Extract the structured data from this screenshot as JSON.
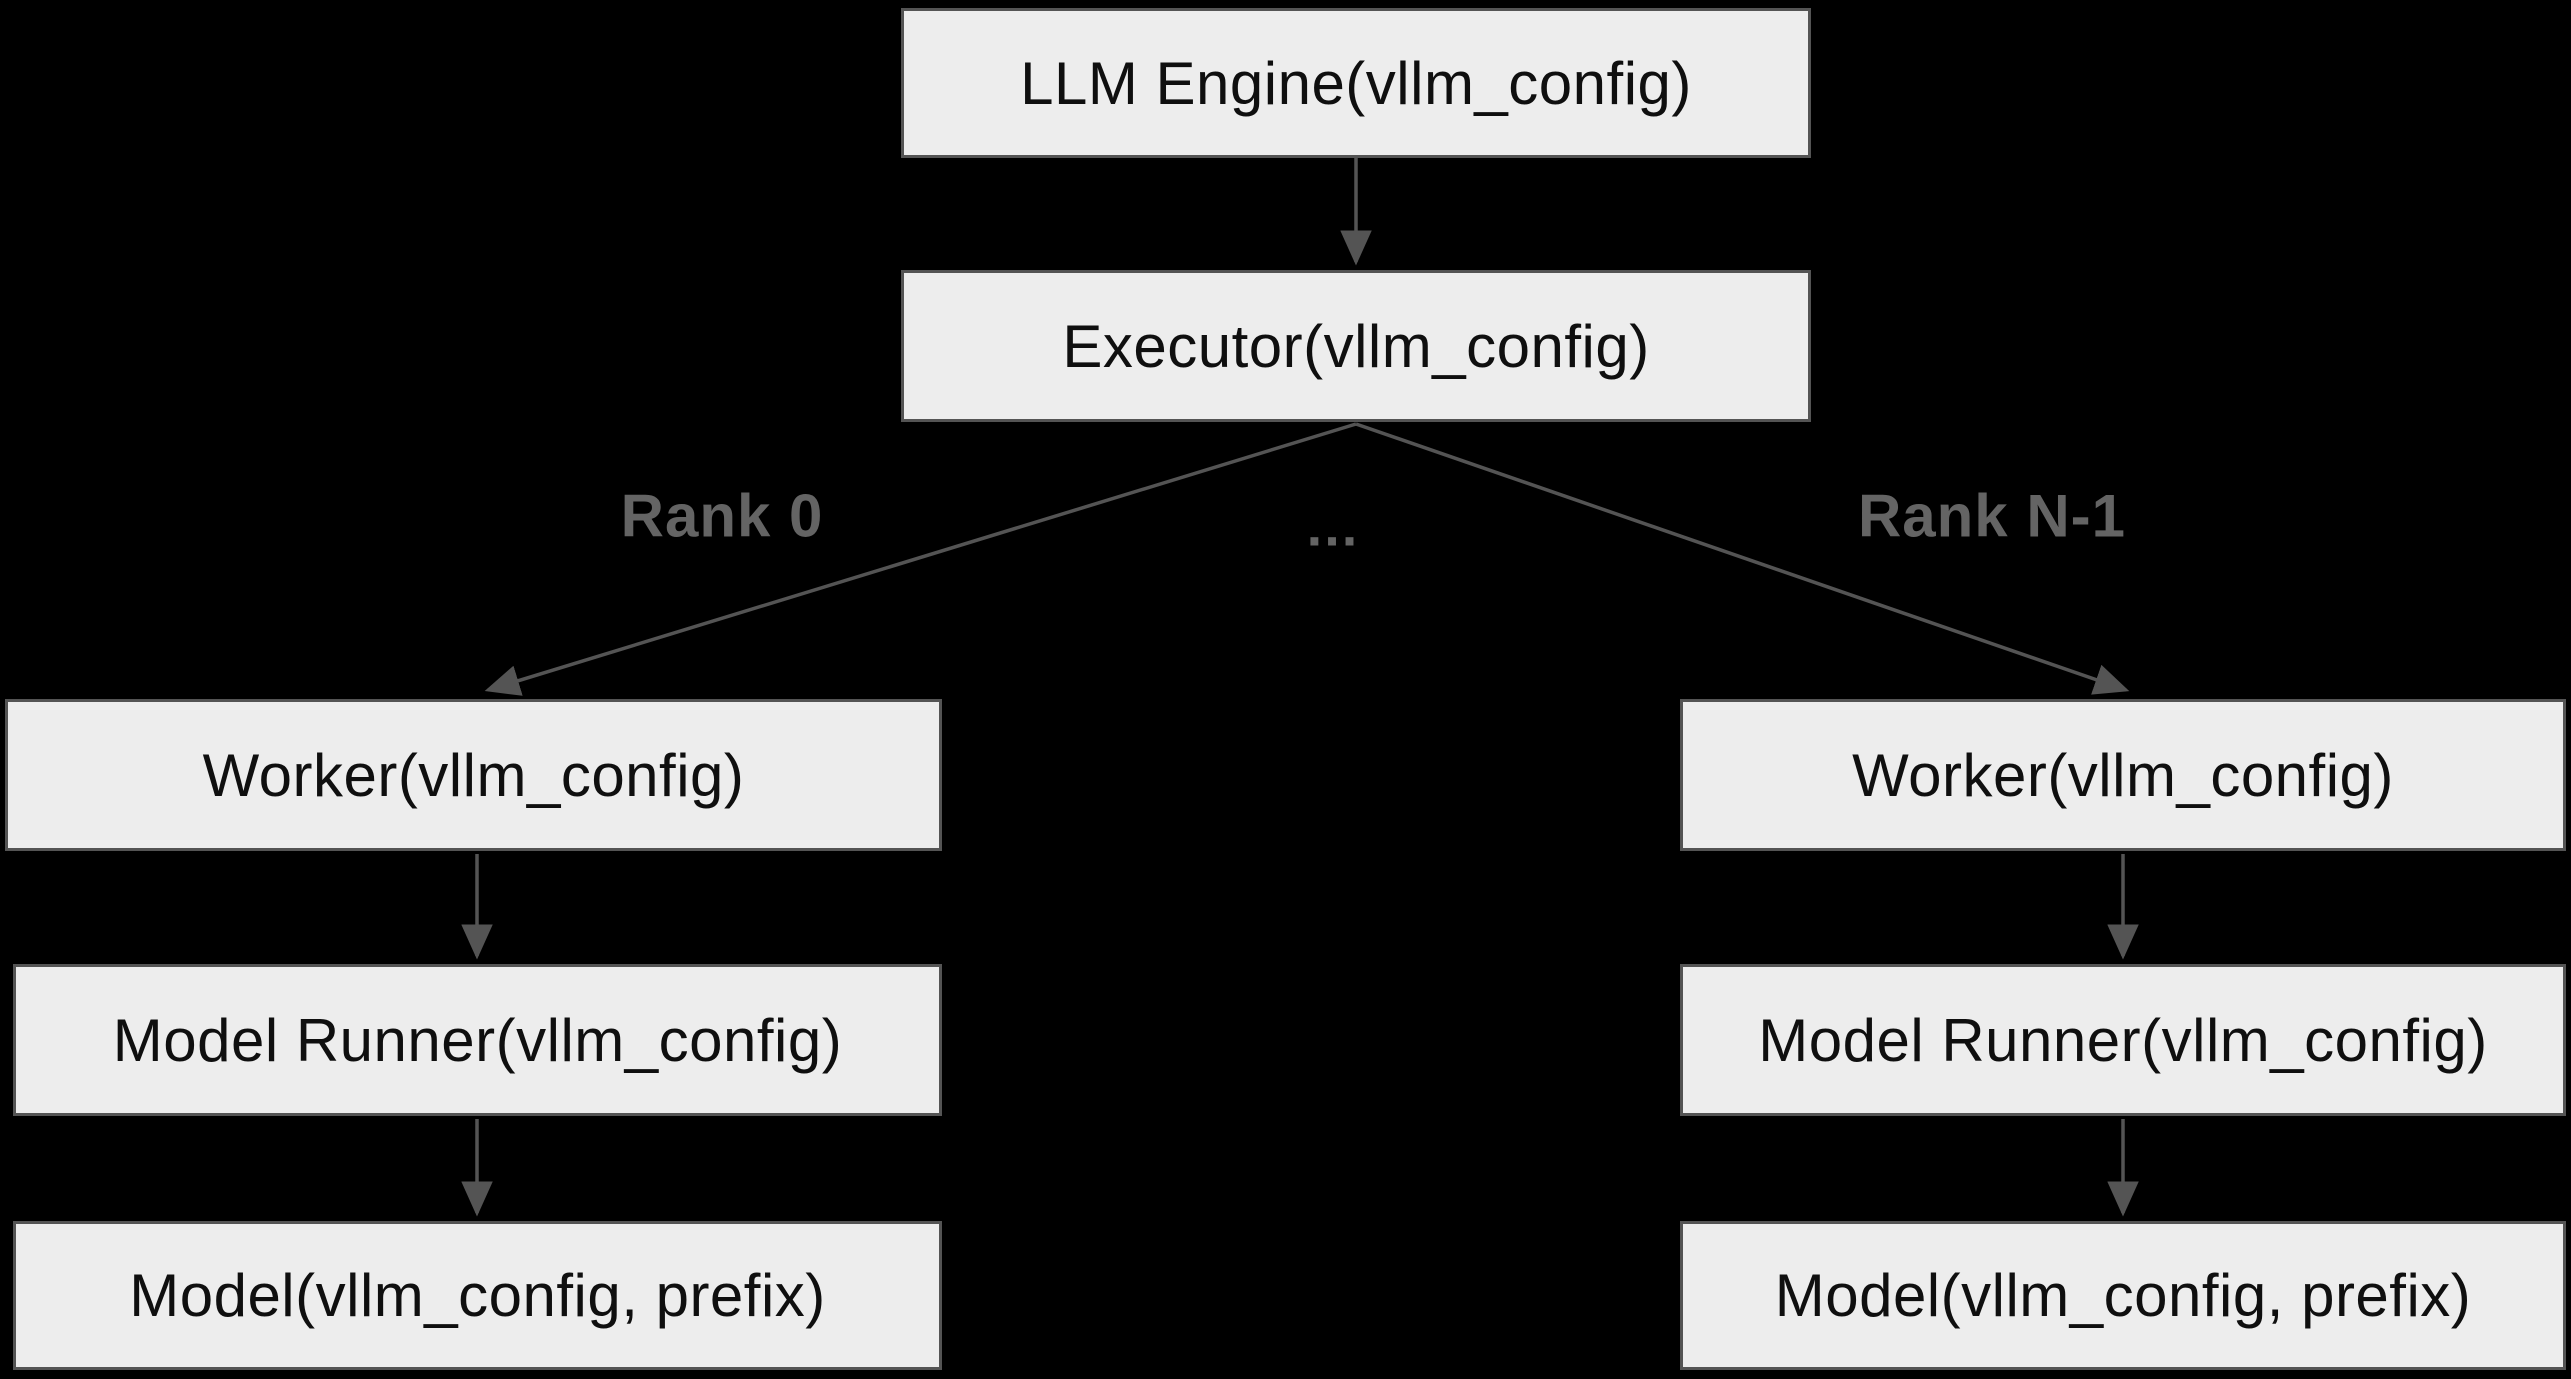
{
  "diagram": {
    "title_hint": "vLLM engine-executor-worker architecture flowchart",
    "nodes": {
      "engine": {
        "label": "LLM Engine(vllm_config)"
      },
      "executor": {
        "label": "Executor(vllm_config)"
      },
      "worker_left": {
        "label": "Worker(vllm_config)"
      },
      "worker_right": {
        "label": "Worker(vllm_config)"
      },
      "model_runner_left": {
        "label": "Model Runner(vllm_config)"
      },
      "model_runner_right": {
        "label": "Model Runner(vllm_config)"
      },
      "model_left": {
        "label": "Model(vllm_config, prefix)"
      },
      "model_right": {
        "label": "Model(vllm_config, prefix)"
      }
    },
    "edge_labels": {
      "rank0": "Rank 0",
      "rank_n": "Rank N-1",
      "ellipsis": "..."
    },
    "edges": [
      "engine -> executor",
      "executor -> worker_left (Rank 0)",
      "executor -> worker_right (Rank N-1)",
      "worker_left -> model_runner_left",
      "worker_right -> model_runner_right",
      "model_runner_left -> model_left",
      "model_runner_right -> model_right"
    ],
    "colors": {
      "background": "#000000",
      "node_fill": "#ededed",
      "node_border": "#545454",
      "edge": "#545454",
      "node_text": "#0f0f0f",
      "edge_label_text": "#646464"
    }
  }
}
